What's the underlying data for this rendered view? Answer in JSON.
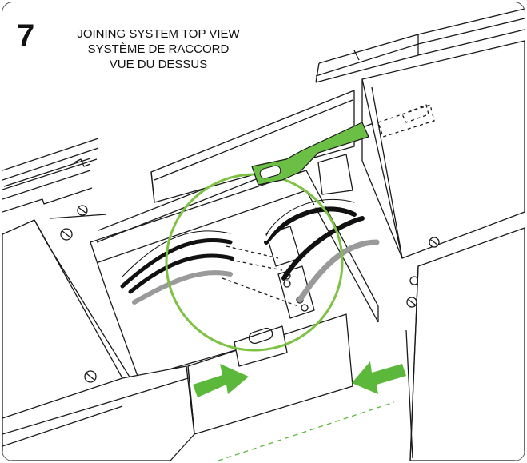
{
  "step": {
    "number": "7"
  },
  "title": {
    "line1": "JOINING SYSTEM TOP VIEW",
    "line2": "SYSTÈME DE RACCORD",
    "line3": "VUE DU DESSUS"
  },
  "colors": {
    "accent_green": "#5cb83a",
    "highlight_green": "#7dc242",
    "line": "#1a1a1a",
    "wire_black": "#111111",
    "wire_white": "#ffffff",
    "wire_gray": "#9a9a9a"
  },
  "icons": {
    "arrow_left_to_right": "push-arrow-right-icon",
    "arrow_right_to_left": "push-arrow-left-icon"
  }
}
